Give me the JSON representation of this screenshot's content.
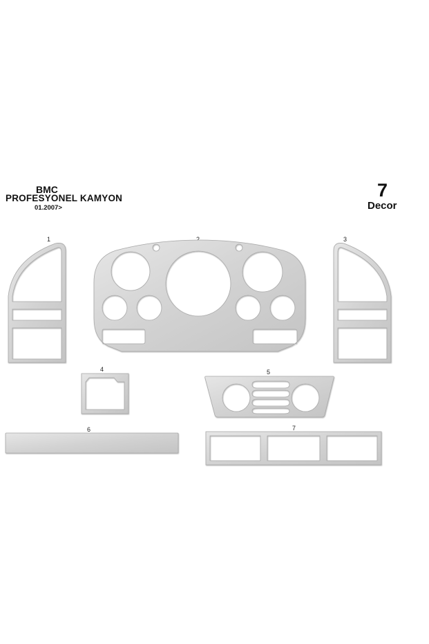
{
  "header": {
    "brand": "BMC",
    "model": "PROFESYONEL KAMYON",
    "date": "01.2007>"
  },
  "kit": {
    "piece_count": "7",
    "label": "Decor"
  },
  "parts": [
    {
      "number": "1"
    },
    {
      "number": "2"
    },
    {
      "number": "3"
    },
    {
      "number": "4"
    },
    {
      "number": "5"
    },
    {
      "number": "6"
    },
    {
      "number": "7"
    }
  ],
  "colors": {
    "background": "#ffffff",
    "aluminium": "#d9d9d9",
    "edge": "#a8a8a8"
  }
}
